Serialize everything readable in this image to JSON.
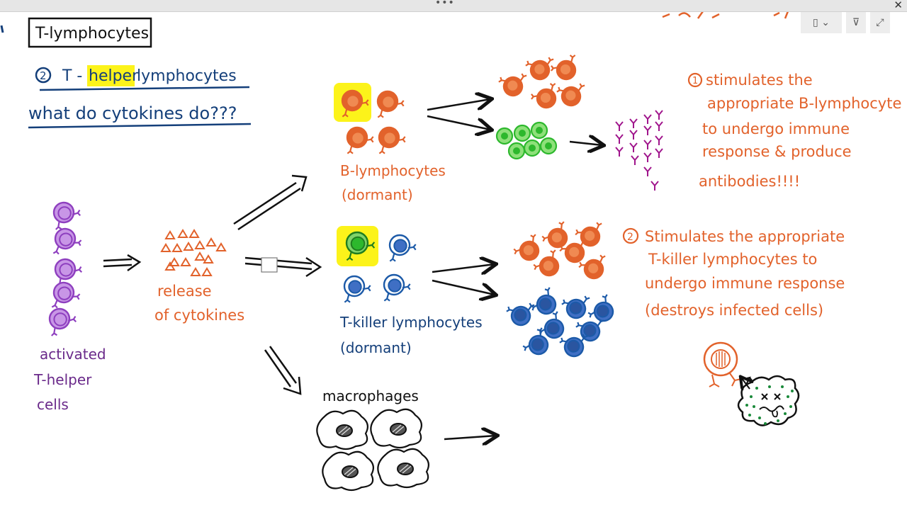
{
  "window": {
    "dots": "•••",
    "close_glyph": "✕"
  },
  "toolbar": {
    "layout_glyph": "▯ ⌄",
    "pin_glyph": "⊽",
    "expand_glyph": "⤢",
    "icons": [
      "layout-icon",
      "pin-icon",
      "expand-icon"
    ]
  },
  "title": "T-lymphocytes",
  "heading": {
    "number": "2",
    "prefix": "T -",
    "highlight": "helper",
    "suffix": " lymphocytes",
    "question": "what do cytokines do???"
  },
  "labels": {
    "activated_line1": "activated",
    "activated_line2": "T-helper",
    "activated_line3": "cells",
    "release_line1": "release",
    "release_line2": "of cytokines",
    "b_line1": "B-lymphocytes",
    "b_line2": "(dormant)",
    "t_line1": "T-killer lymphocytes",
    "t_line2": "(dormant)",
    "macrophages": "macrophages"
  },
  "note1": {
    "number": "1",
    "line1": "stimulates the",
    "line2": "appropriate B-lymphocyte",
    "line3": "to undergo immune",
    "line4": "response & produce",
    "line5": "antibodies!!!!"
  },
  "note2": {
    "number": "2",
    "line1": "Stimulates the appropriate",
    "line2": "T-killer lymphocytes to",
    "line3": "undergo immune response",
    "line4": "(destroys infected cells)"
  },
  "colors": {
    "purple": "#8e3fbf",
    "purple_fill": "#c896e6",
    "orange": "#e2622b",
    "blue": "#1c5aa8",
    "blue_fill": "#3f6fc4",
    "green": "#2db82d",
    "green_fill": "#8ee07a",
    "magenta": "#a0158c",
    "highlight": "#fcf31a",
    "navy": "#143f7a",
    "ink": "#111111"
  }
}
